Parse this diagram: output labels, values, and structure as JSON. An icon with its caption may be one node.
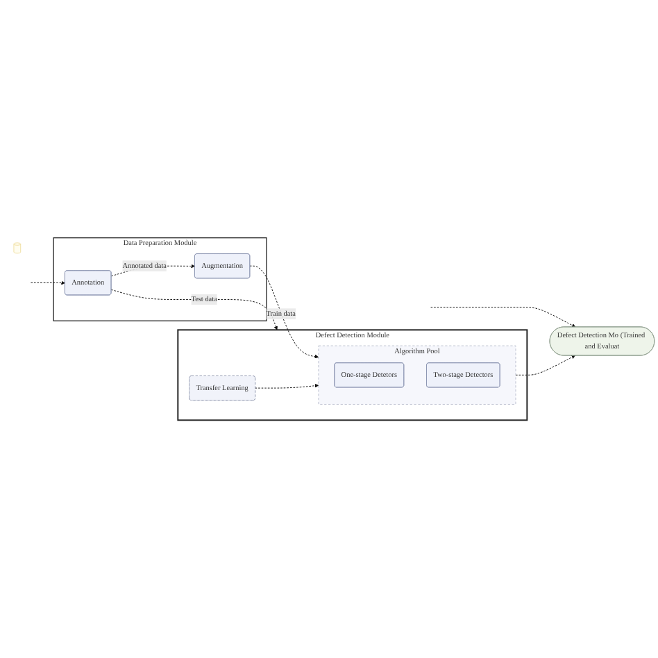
{
  "diagram": {
    "nodes": [
      {
        "text": [
          "Data Preparation Module"
        ]
      },
      {
        "text": [
          "Annotation"
        ],
        "in": 0
      },
      {
        "text": [
          "Augmentation"
        ],
        "in": 0
      },
      {
        "text": [
          "Defect Detection Module"
        ]
      },
      {
        "text": [
          "Transfer Learning"
        ],
        "in": 3
      },
      {
        "text": [
          "Algorithm Pool"
        ],
        "in": 3
      },
      {
        "text": [
          "One-stage Detetors"
        ],
        "in": 5
      },
      {
        "text": [
          "Two-stage Detectors"
        ],
        "in": 5
      },
      {
        "text": [
          "Defect Detection Mo (Trained and Evaluat"
        ]
      },
      {
        "text": [],
        "shape": "cylinder"
      }
    ],
    "edges": [
      {
        "from": null,
        "to": 1,
        "arrow": "to",
        "style": "dashed"
      },
      {
        "from": 1,
        "to": 2,
        "arrow": "to",
        "label": "Annotated data",
        "style": "dashed"
      },
      {
        "from": 2,
        "to": 5,
        "arrow": "to",
        "label": "Train data",
        "style": "dashed"
      },
      {
        "from": 1,
        "to": 3,
        "arrow": "to",
        "label": "Test data",
        "style": "dashed"
      },
      {
        "from": 4,
        "to": 5,
        "arrow": "to",
        "style": "dashed"
      },
      {
        "from": 5,
        "to": 8,
        "arrow": "to",
        "style": "dashed"
      },
      {
        "from": null,
        "to": 8,
        "arrow": "to",
        "style": "dashed"
      }
    ]
  }
}
